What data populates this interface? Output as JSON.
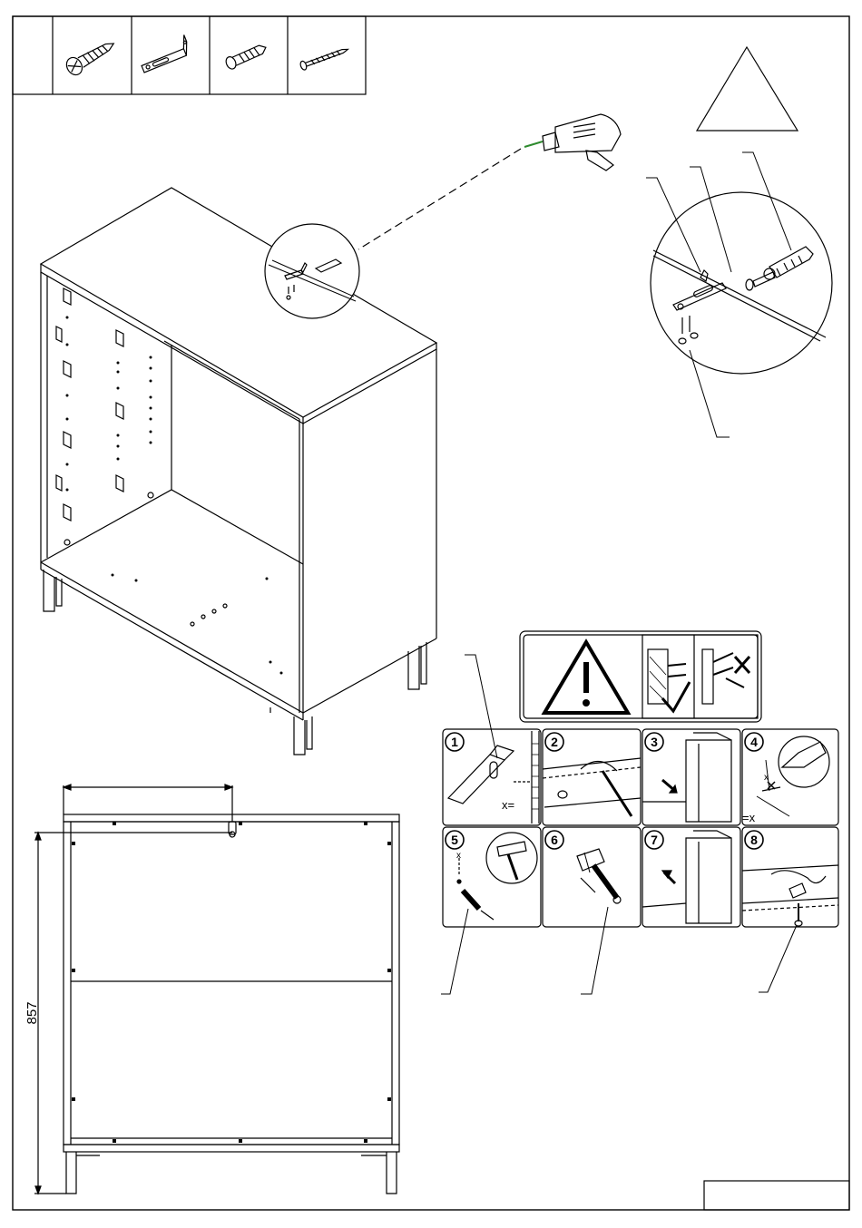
{
  "dimension": {
    "height_mm": "857"
  },
  "steps": [
    "1",
    "2",
    "3",
    "4",
    "5",
    "6",
    "7",
    "8"
  ],
  "step1": {
    "note": "x="
  },
  "step4": {
    "note": "=x",
    "mark": "x"
  },
  "step5": {
    "mark": "x"
  },
  "parts_table": {
    "items": [
      "countersunk-screw",
      "angle-bracket",
      "wall-plug",
      "long-screw"
    ]
  },
  "colors": {
    "line": "#000000",
    "paper": "#ffffff",
    "drill_bit": "#2e8b2e"
  }
}
